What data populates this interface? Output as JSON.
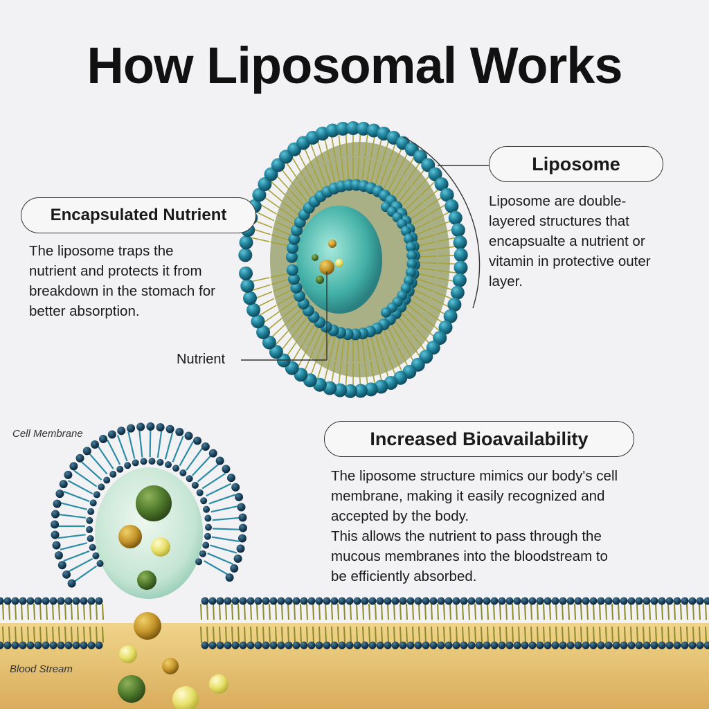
{
  "title": "How Liposomal Works",
  "liposome": {
    "heading": "Liposome",
    "text": "Liposome are double-\nlayered structures that\nencapsualte a nutrient or\nvitamin in protective outer\nlayer."
  },
  "encapsulated": {
    "heading": "Encapsulated Nutrient",
    "text": "The liposome traps the\nnutrient and protects it from\nbreakdown in the stomach for\nbetter absorption."
  },
  "nutrient_label": "Nutrient",
  "bioavailability": {
    "heading": "Increased Bioavailability",
    "text": "The liposome structure mimics our body's cell\nmembrane, making it easily recognized and\naccepted by the body.\nThis allows the nutrient to pass through the\nmucous membranes into the bloodstream to\nbe efficiently absorbed."
  },
  "cell_membrane_label": "Cell Membrane",
  "blood_stream_label": "Blood Stream",
  "colors": {
    "lipid_head": "#1e7f97",
    "lipid_head_dark": "#17465e",
    "lipid_tail": "#8c8a2a",
    "blood": "#e8c77a",
    "nutrient_green": "#4f7a2c",
    "nutrient_gold": "#c5962a",
    "nutrient_yellow": "#e7e06a"
  }
}
